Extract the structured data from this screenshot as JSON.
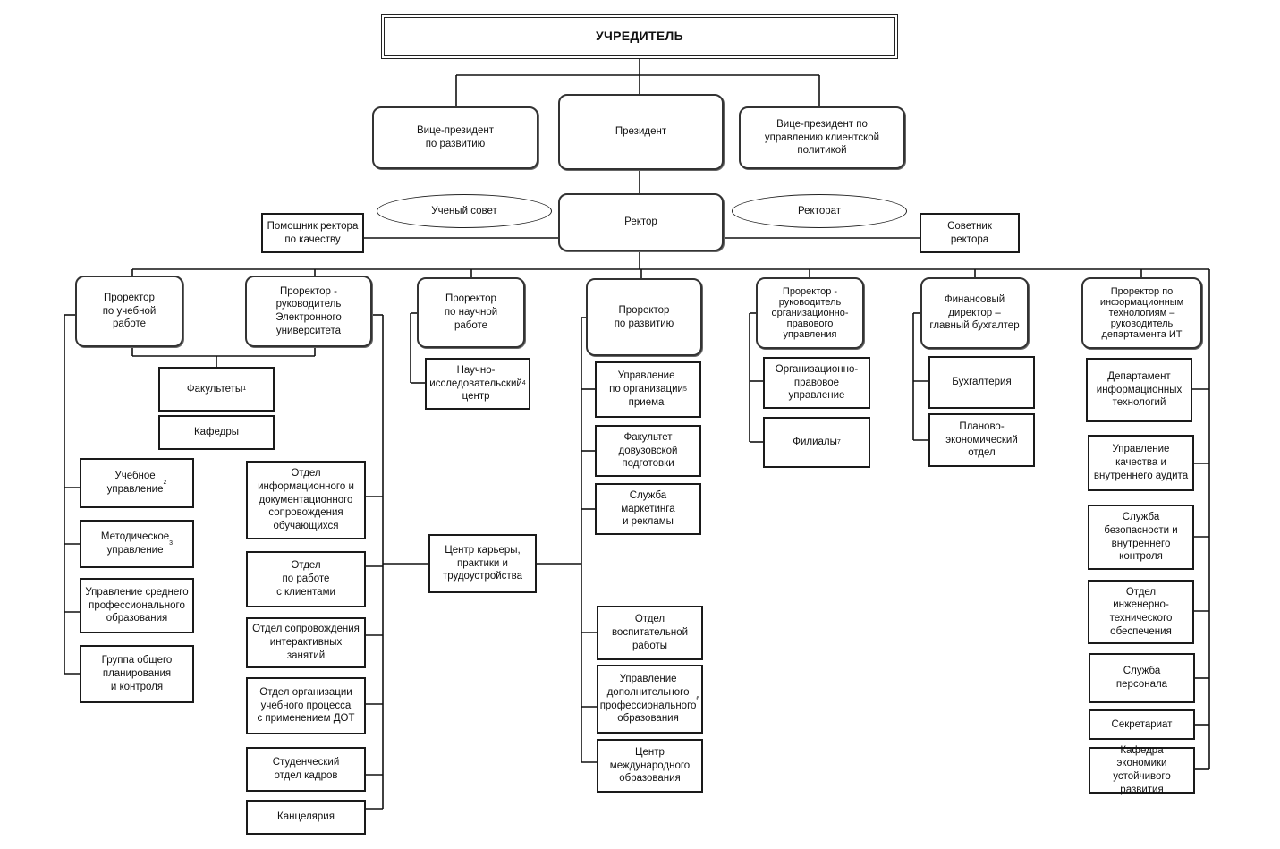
{
  "founder": "УЧРЕДИТЕЛЬ",
  "top": {
    "vp_dev": "Вице-президент\nпо развитию",
    "president": "Президент",
    "vp_client": "Вице-президент по\nуправлению клиентской\nполитикой"
  },
  "council": "Ученый совет",
  "rectorate": "Ректорат",
  "rector": "Ректор",
  "quality_assistant": "Помощник ректора\nпо качеству",
  "advisor": "Советник\nректора",
  "vprectors": {
    "academic": "Проректор\nпо учебной\nработе",
    "e_university": "Проректор -\nруководитель\nЭлектронного\nуниверситета",
    "research": "Проректор\nпо научной\nработе",
    "development": "Проректор\nпо развитию",
    "legal": "Проректор -\nруководитель\nорганизационно-\nправового\nуправления",
    "finance": "Финансовый\nдиректор –\nглавный бухгалтер",
    "it": "Проректор по\nинформационным\nтехнологиям –\nруководитель\nдепартамента ИТ"
  },
  "faculties": "Факультеты",
  "faculties_sup": "1",
  "departments": "Кафедры",
  "academic_units": [
    {
      "text": "Учебное\nуправление",
      "sup": "2"
    },
    {
      "text": "Методическое\nуправление",
      "sup": "3"
    },
    {
      "text": "Управление среднего\nпрофессионального\nобразования",
      "sup": ""
    },
    {
      "text": "Группа общего\nпланирования\nи контроля",
      "sup": ""
    }
  ],
  "e_units": [
    "Отдел\nинформационного и\nдокументационного\nсопровождения\nобучающихся",
    "Отдел\nпо работе\nс клиентами",
    "Отдел сопровождения\nинтерактивных занятий",
    "Отдел организации\nучебного процесса\nс применением ДОТ",
    "Студенческий\nотдел кадров",
    "Канцелярия"
  ],
  "research_center": "Научно-\nисследовательский\nцентр",
  "research_center_sup": "4",
  "career_center": "Центр карьеры,\nпрактики и\nтрудоустройства",
  "dev_units": [
    {
      "text": "Управление\nпо организации\nприема",
      "sup": "5"
    },
    {
      "text": "Факультет\nдовузовской\nподготовки",
      "sup": ""
    },
    {
      "text": "Служба\nмаркетинга\nи рекламы",
      "sup": ""
    },
    {
      "text": "Отдел\nвоспитательной\nработы",
      "sup": ""
    },
    {
      "text": "Управление\nдополнительного\nпрофессионального\nобразования",
      "sup": "6"
    },
    {
      "text": "Центр\nмеждународного\nобразования",
      "sup": ""
    }
  ],
  "legal_units": [
    {
      "text": "Организационно-\nправовое\nуправление",
      "sup": ""
    },
    {
      "text": "Филиалы",
      "sup": "7"
    }
  ],
  "finance_units": [
    "Бухгалтерия",
    "Планово-\nэкономический\nотдел"
  ],
  "it_units": [
    "Департамент\nинформационных\nтехнологий",
    "Управление\nкачества и\nвнутреннего аудита",
    "Служба\nбезопасности и\nвнутреннего контроля",
    "Отдел\nинженерно-\nтехнического\nобеспечения",
    "Служба\nперсонала",
    "Секретариат",
    "Кафедра экономики\nустойчивого развития"
  ]
}
